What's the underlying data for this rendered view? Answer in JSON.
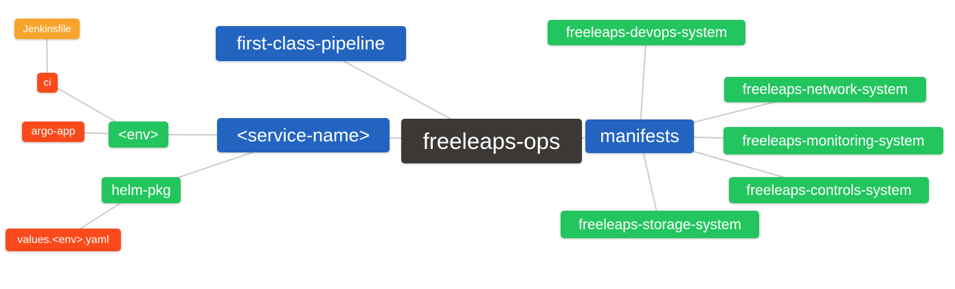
{
  "diagram": {
    "type": "mindmap",
    "root_label": "freeleaps-ops",
    "colors": {
      "primary_branch": "#2264c0",
      "secondary_node": "#23c55e",
      "leaf_red": "#fa4a1b",
      "leaf_orange": "#f8a42c",
      "root_dark": "#3b3835",
      "edge": "#cccccc",
      "text": "#ffffff",
      "background": "#ffffff"
    },
    "nodes": {
      "jenkinsfile": {
        "label": "Jenkinsfile"
      },
      "ci": {
        "label": "ci"
      },
      "argo_app": {
        "label": "argo-app"
      },
      "env": {
        "label": "<env>"
      },
      "helm_pkg": {
        "label": "helm-pkg"
      },
      "values_env_yaml": {
        "label": "values.<env>.yaml"
      },
      "first_class_pipeline": {
        "label": "first-class-pipeline"
      },
      "service_name": {
        "label": "<service-name>"
      },
      "freeleaps_ops": {
        "label": "freeleaps-ops"
      },
      "manifests": {
        "label": "manifests"
      },
      "devops_system": {
        "label": "freeleaps-devops-system"
      },
      "network_system": {
        "label": "freeleaps-network-system"
      },
      "monitoring_system": {
        "label": "freeleaps-monitoring-system"
      },
      "controls_system": {
        "label": "freeleaps-controls-system"
      },
      "storage_system": {
        "label": "freeleaps-storage-system"
      }
    },
    "edges": [
      [
        "jenkinsfile",
        "ci"
      ],
      [
        "ci",
        "env"
      ],
      [
        "argo_app",
        "env"
      ],
      [
        "env",
        "service_name"
      ],
      [
        "helm_pkg",
        "service_name"
      ],
      [
        "values_env_yaml",
        "helm_pkg"
      ],
      [
        "first_class_pipeline",
        "freeleaps_ops"
      ],
      [
        "service_name",
        "freeleaps_ops"
      ],
      [
        "freeleaps_ops",
        "manifests"
      ],
      [
        "manifests",
        "devops_system"
      ],
      [
        "manifests",
        "network_system"
      ],
      [
        "manifests",
        "monitoring_system"
      ],
      [
        "manifests",
        "controls_system"
      ],
      [
        "manifests",
        "storage_system"
      ]
    ]
  }
}
